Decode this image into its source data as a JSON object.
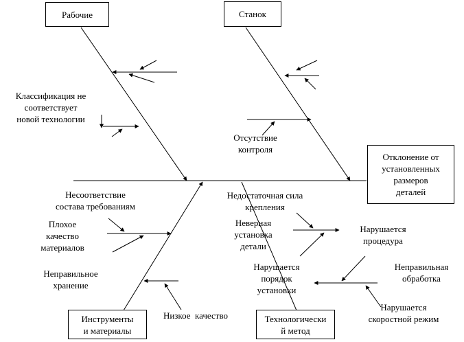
{
  "categories": {
    "workers": "Рабочие",
    "machine": "Станок",
    "tools": "Инструменты\nи материалы",
    "method": "Технологически\nй метод"
  },
  "effect": "Отклонение от\nустановленных\nразмеров\nдеталей",
  "causes": {
    "classification": "Классификация не\nсоответствует\nновой технологии",
    "no_control": "Отсутствие\nконтроля",
    "mismatch": "Несоответствие\nсостава требованиям",
    "poor_quality": "Плохое\nкачество\nматериалов",
    "storage": "Неправильное\nхранение",
    "low_quality": "Низкое  качество",
    "clamping": "Недостаточная сила\nкрепления",
    "wrong_mount": "Неверная\nустановка\nдетали",
    "procedure": "Нарушается\nпроцедура",
    "order": "Нарушается\nпорядок\nустановки",
    "processing": "Неправильная\nобработка",
    "speed": "Нарушается\nскоростной режим"
  }
}
